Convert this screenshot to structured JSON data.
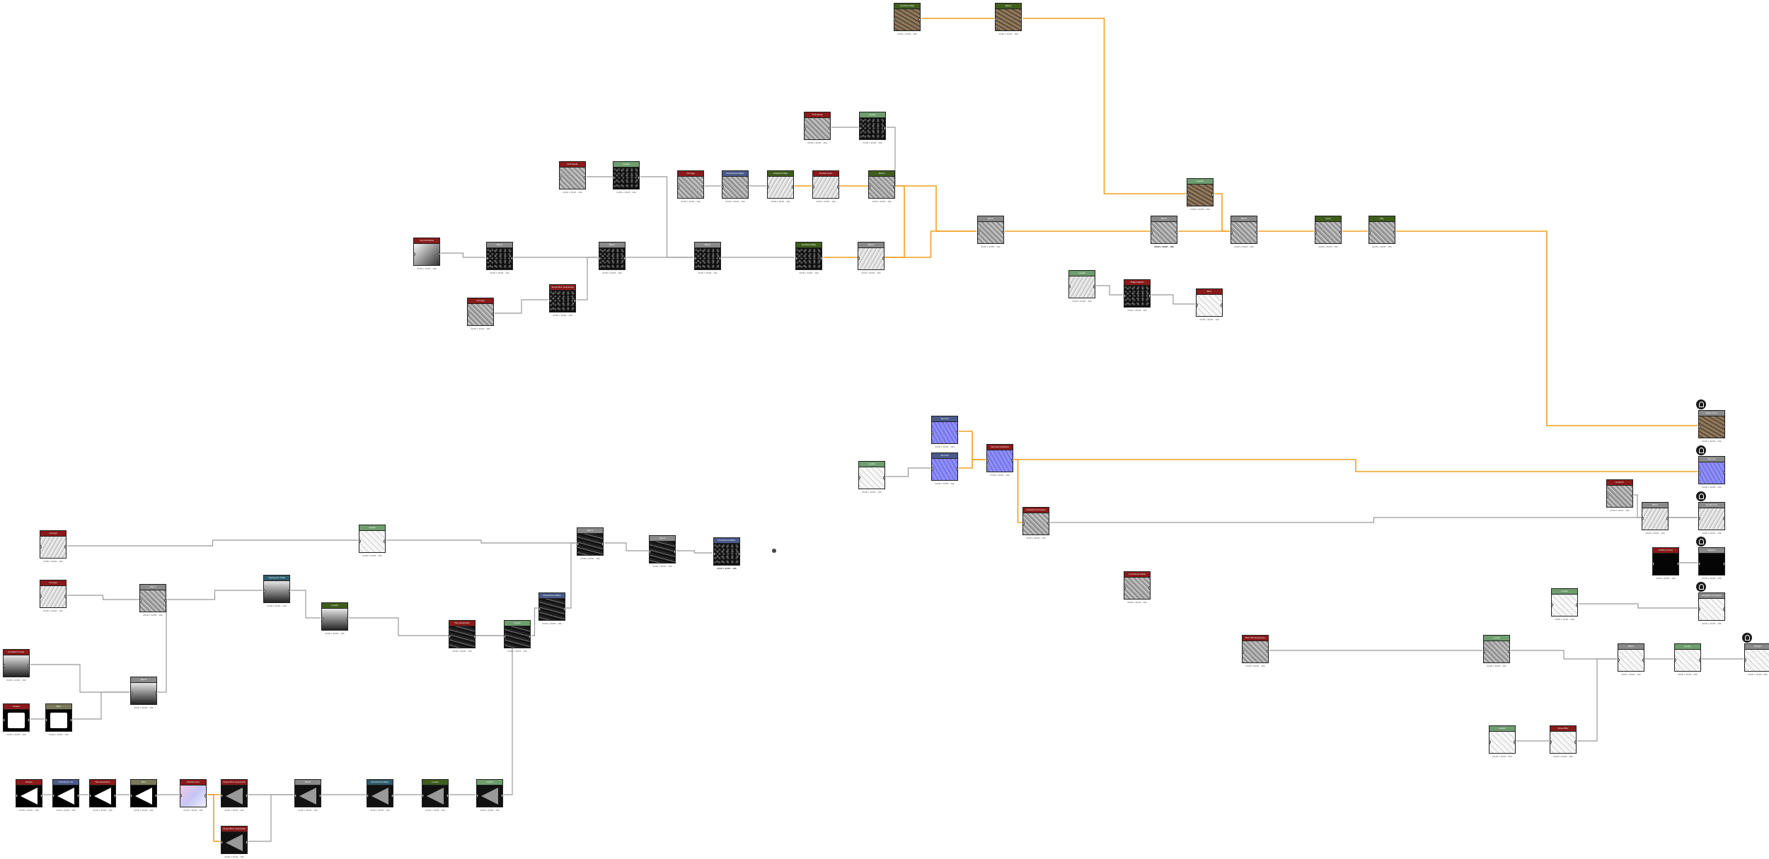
{
  "canvas": {
    "background": "#ffffff",
    "wire_color": "#999999",
    "active_wire_color": "#f0a020"
  },
  "header_colors": {
    "red": "#8b1a1a",
    "dgreen": "#3f5e1c",
    "lgreen": "#6e9e6e",
    "blue": "#4a5a8a",
    "gray": "#8a8a8a",
    "olive": "#7a7a5a",
    "teal": "#2e5c6a",
    "dgray": "#555555"
  },
  "nodes": [
    {
      "id": "n1",
      "title": "Gradient Map",
      "hdr": "dgreen",
      "thumb": "t-dirt",
      "cap": "2048 x 2048 - 16b"
    },
    {
      "id": "n2",
      "title": "Blend",
      "hdr": "dgreen",
      "thumb": "t-dirt",
      "cap": "2048 x 2048 - 16b"
    },
    {
      "id": "n3",
      "title": "Dirt Spots",
      "hdr": "red",
      "thumb": "t-noise",
      "cap": "2048 x 2048 - 16b"
    },
    {
      "id": "n4",
      "title": "Levels",
      "hdr": "lgreen",
      "thumb": "t-dark",
      "cap": "2048 x 2048 - 16b"
    },
    {
      "id": "n5",
      "title": "Dirt Spots",
      "hdr": "red",
      "thumb": "t-noise",
      "cap": "2048 x 2048 - 16b"
    },
    {
      "id": "n6",
      "title": "Levels",
      "hdr": "lgreen",
      "thumb": "t-dark",
      "cap": "2048 x 2048 - 16b"
    },
    {
      "id": "n7",
      "title": "Grunge",
      "hdr": "red",
      "thumb": "t-noise",
      "cap": "2048 x 2048 - 16b"
    },
    {
      "id": "n8",
      "title": "Directional Warp",
      "hdr": "blue",
      "thumb": "t-noise",
      "cap": "2048 x 2048 - 16b"
    },
    {
      "id": "n9",
      "title": "Gradient Map",
      "hdr": "dgreen",
      "thumb": "t-light",
      "cap": "2048 x 2048 - 16b"
    },
    {
      "id": "n10",
      "title": "Fractal Sum",
      "hdr": "red",
      "thumb": "t-light",
      "cap": "2048 x 2048 - 16b"
    },
    {
      "id": "n11",
      "title": "Blend",
      "hdr": "dgreen",
      "thumb": "t-noise",
      "cap": "2048 x 2048 - 16b"
    },
    {
      "id": "n12",
      "title": "Blend",
      "hdr": "gray",
      "thumb": "t-noise",
      "cap": "2048 x 2048 - 16b"
    },
    {
      "id": "n13",
      "title": "Blend",
      "hdr": "gray",
      "thumb": "t-light",
      "cap": "2048 x 2048 - 16b"
    },
    {
      "id": "n14",
      "title": "Clouds Noise",
      "hdr": "red",
      "thumb": "t-grad2",
      "cap": "2048 x 2048 - 16b"
    },
    {
      "id": "n15",
      "title": "Blend",
      "hdr": "gray",
      "thumb": "t-dark",
      "cap": "2048 x 2048 - 16b"
    },
    {
      "id": "n16",
      "title": "Blend",
      "hdr": "gray",
      "thumb": "t-dark",
      "cap": "2048 x 2048 - 16b"
    },
    {
      "id": "n17",
      "title": "Blend",
      "hdr": "gray",
      "thumb": "t-dark",
      "cap": "2048 x 2048 - 16b"
    },
    {
      "id": "n18",
      "title": "Gradient Map",
      "hdr": "dgreen",
      "thumb": "t-dark",
      "cap": "2048 x 2048 - 16b"
    },
    {
      "id": "n19",
      "title": "Blend",
      "hdr": "gray",
      "thumb": "t-light",
      "cap": "2048 x 2048 - 16b"
    },
    {
      "id": "n20",
      "title": "Slope Blur Grayscale",
      "hdr": "red",
      "thumb": "t-dark",
      "cap": "2048 x 2048 - 16b"
    },
    {
      "id": "n21",
      "title": "Grunge",
      "hdr": "red",
      "thumb": "t-noise",
      "cap": "2048 x 2048 - 16b"
    },
    {
      "id": "n22",
      "title": "Blend",
      "hdr": "gray",
      "thumb": "t-noise",
      "cap": "2048 x 2048 - 16b"
    },
    {
      "id": "n23",
      "title": "Blend",
      "hdr": "gray",
      "thumb": "t-noise",
      "cap": "2048 x 2048 - 16b"
    },
    {
      "id": "n24",
      "title": "Blend",
      "hdr": "gray",
      "thumb": "t-noise",
      "cap": "2048 x 2048 - 16b"
    },
    {
      "id": "n25",
      "title": "Levels",
      "hdr": "lgreen",
      "thumb": "t-dirt",
      "cap": "2048 x 2048 - 16b"
    },
    {
      "id": "n26",
      "title": "Color",
      "hdr": "dgreen",
      "thumb": "t-noise",
      "cap": "2048 x 2048 - 16b"
    },
    {
      "id": "n27",
      "title": "HSL",
      "hdr": "dgreen",
      "thumb": "t-noise",
      "cap": "2048 x 2048 - 16b"
    },
    {
      "id": "n28",
      "title": "Levels",
      "hdr": "lgreen",
      "thumb": "t-light",
      "cap": "2048 x 2048 - 16b"
    },
    {
      "id": "n29",
      "title": "Edge Detect",
      "hdr": "red",
      "thumb": "t-dark",
      "cap": "2048 x 2048 - 16b"
    },
    {
      "id": "n30",
      "title": "Blur",
      "hdr": "red",
      "thumb": "t-white",
      "cap": "2048 x 2048 - 16b"
    },
    {
      "id": "n31",
      "title": "Normal",
      "hdr": "blue",
      "thumb": "t-blue",
      "cap": "2048 x 2048 - 16b"
    },
    {
      "id": "n32",
      "title": "Normal",
      "hdr": "blue",
      "thumb": "t-blue",
      "cap": "2048 x 2048 - 16b"
    },
    {
      "id": "n33",
      "title": "Normal Combine",
      "hdr": "red",
      "thumb": "t-blue",
      "cap": "2048 x 2048 - 16b"
    },
    {
      "id": "n34",
      "title": "Levels",
      "hdr": "lgreen",
      "thumb": "t-white",
      "cap": "2048 x 2048 - 16b"
    },
    {
      "id": "n35",
      "title": "Ambient Occlusion",
      "hdr": "red",
      "thumb": "t-noise",
      "cap": "2048 x 2048 - 16b"
    },
    {
      "id": "n36",
      "title": "Curvature Sobel",
      "hdr": "red",
      "thumb": "t-noise",
      "cap": "2048 x 2048 - 16b"
    },
    {
      "id": "n37",
      "title": "Uniform",
      "hdr": "red",
      "thumb": "t-noise",
      "cap": "2048 x 2048 - 16b"
    },
    {
      "id": "n38",
      "title": "Blend",
      "hdr": "gray",
      "thumb": "t-light",
      "cap": "2048 x 2048 - 16b"
    },
    {
      "id": "n39",
      "title": "Uniform Color",
      "hdr": "red",
      "thumb": "t-black",
      "cap": "2048 x 2048 - 16b"
    },
    {
      "id": "n40",
      "title": "Levels",
      "hdr": "lgreen",
      "thumb": "t-white",
      "cap": "2048 x 2048 - 16b"
    },
    {
      "id": "n41",
      "title": "Blur HQ Grayscale",
      "hdr": "red",
      "thumb": "t-noise",
      "cap": "2048 x 2048 - 16b"
    },
    {
      "id": "n42",
      "title": "Levels",
      "hdr": "lgreen",
      "thumb": "t-noise",
      "cap": "2048 x 2048 - 16b"
    },
    {
      "id": "n43",
      "title": "Blend",
      "hdr": "gray",
      "thumb": "t-white",
      "cap": "2048 x 2048 - 16b"
    },
    {
      "id": "n44",
      "title": "Levels",
      "hdr": "lgreen",
      "thumb": "t-white",
      "cap": "2048 x 2048 - 16b"
    },
    {
      "id": "n45",
      "title": "Levels",
      "hdr": "lgreen",
      "thumb": "t-white",
      "cap": "2048 x 2048 - 16b"
    },
    {
      "id": "n46",
      "title": "Slope Blur",
      "hdr": "red",
      "thumb": "t-white",
      "cap": "2048 x 2048 - 16b"
    },
    {
      "id": "o1",
      "title": "Base Color",
      "hdr": "gray",
      "thumb": "t-dirt",
      "cap": "2048 x 2048 - 16b"
    },
    {
      "id": "o2",
      "title": "Normal",
      "hdr": "gray",
      "thumb": "t-blue",
      "cap": "2048 x 2048 - 16b"
    },
    {
      "id": "o3",
      "title": "Roughness",
      "hdr": "gray",
      "thumb": "t-light",
      "cap": "2048 x 2048 - 16b"
    },
    {
      "id": "o4",
      "title": "Metallic",
      "hdr": "gray",
      "thumb": "t-black",
      "cap": "2048 x 2048 - 16b"
    },
    {
      "id": "o5",
      "title": "Ambient Occlusion",
      "hdr": "gray",
      "thumb": "t-white",
      "cap": "2048 x 2048 - 16b"
    },
    {
      "id": "o6",
      "title": "Height",
      "hdr": "gray",
      "thumb": "t-white",
      "cap": "2048 x 2048 - 16b"
    },
    {
      "id": "n47",
      "title": "Grunge",
      "hdr": "red",
      "thumb": "t-light",
      "cap": "2048 x 2048 - 16b"
    },
    {
      "id": "n48",
      "title": "Grunge",
      "hdr": "red",
      "thumb": "t-light",
      "cap": "2048 x 2048 - 16b"
    },
    {
      "id": "n49",
      "title": "Blend",
      "hdr": "gray",
      "thumb": "t-noise",
      "cap": "2048 x 2048 - 16b"
    },
    {
      "id": "n50",
      "title": "Gradient Linear",
      "hdr": "red",
      "thumb": "t-grad",
      "cap": "2048 x 2048 - 16b"
    },
    {
      "id": "n51",
      "title": "Blend",
      "hdr": "gray",
      "thumb": "t-grad",
      "cap": "2048 x 2048 - 16b"
    },
    {
      "id": "n52",
      "title": "Shape",
      "hdr": "red",
      "thumb": "t-shape",
      "cap": "2048 x 2048 - 16b"
    },
    {
      "id": "n53",
      "title": "Blur",
      "hdr": "olive",
      "thumb": "t-shape",
      "cap": "2048 x 2048 - 16b"
    },
    {
      "id": "n54",
      "title": "Histogram Shift",
      "hdr": "teal",
      "thumb": "t-grad",
      "cap": "2048 x 2048 - 16b"
    },
    {
      "id": "n55",
      "title": "Levels",
      "hdr": "dgreen",
      "thumb": "t-grad",
      "cap": "2048 x 2048 - 16b"
    },
    {
      "id": "n56",
      "title": "Levels",
      "hdr": "lgreen",
      "thumb": "t-white",
      "cap": "2048 x 2048 - 16b"
    },
    {
      "id": "n57",
      "title": "Blend",
      "hdr": "gray",
      "thumb": "t-scratch",
      "cap": "2048 x 2048 - 16b"
    },
    {
      "id": "n58",
      "title": "Blend",
      "hdr": "gray",
      "thumb": "t-scratch",
      "cap": "2048 x 2048 - 16b"
    },
    {
      "id": "n59",
      "title": "Directional Warp",
      "hdr": "blue",
      "thumb": "t-scratch",
      "cap": "2048 x 2048 - 16b"
    },
    {
      "id": "n60",
      "title": "Tile Generator",
      "hdr": "red",
      "thumb": "t-scratch",
      "cap": "2048 x 2048 - 16b"
    },
    {
      "id": "n61",
      "title": "Levels",
      "hdr": "lgreen",
      "thumb": "t-scratch",
      "cap": "2048 x 2048 - 16b"
    },
    {
      "id": "n62",
      "title": "Directional Warp",
      "hdr": "blue",
      "thumb": "t-scratch",
      "cap": "2048 x 2048 - 16b"
    },
    {
      "id": "n63",
      "title": "Directional Warp",
      "hdr": "blue",
      "thumb": "t-dark",
      "cap": "2048 x 2048 - 16b"
    },
    {
      "id": "n64",
      "title": "Shape",
      "hdr": "red",
      "thumb": "t-tri",
      "cap": "2048 x 2048 - 16b"
    },
    {
      "id": "n65",
      "title": "Transform 2D",
      "hdr": "blue",
      "thumb": "t-tri",
      "cap": "2048 x 2048 - 16b"
    },
    {
      "id": "n66",
      "title": "Tile Generator",
      "hdr": "red",
      "thumb": "t-tri",
      "cap": "2048 x 2048 - 16b"
    },
    {
      "id": "n67",
      "title": "Blur",
      "hdr": "olive",
      "thumb": "t-tri",
      "cap": "2048 x 2048 - 16b"
    },
    {
      "id": "n68",
      "title": "Fractal Sum",
      "hdr": "red",
      "thumb": "t-color",
      "cap": "2048 x 2048 - 16b"
    },
    {
      "id": "n69",
      "title": "Slope Blur Grayscale",
      "hdr": "red",
      "thumb": "t-trig",
      "cap": "2048 x 2048 - 16b"
    },
    {
      "id": "n70",
      "title": "Slope Blur Grayscale",
      "hdr": "red",
      "thumb": "t-trig",
      "cap": "2048 x 2048 - 16b"
    },
    {
      "id": "n71",
      "title": "Blend",
      "hdr": "gray",
      "thumb": "t-trig",
      "cap": "2048 x 2048 - 16b"
    },
    {
      "id": "n72",
      "title": "Directional Warp",
      "hdr": "teal",
      "thumb": "t-trig",
      "cap": "2048 x 2048 - 16b"
    },
    {
      "id": "n73",
      "title": "Levels",
      "hdr": "dgreen",
      "thumb": "t-trig",
      "cap": "2048 x 2048 - 16b"
    },
    {
      "id": "n74",
      "title": "Levels",
      "hdr": "lgreen",
      "thumb": "t-trig",
      "cap": "2048 x 2048 - 16b"
    }
  ]
}
